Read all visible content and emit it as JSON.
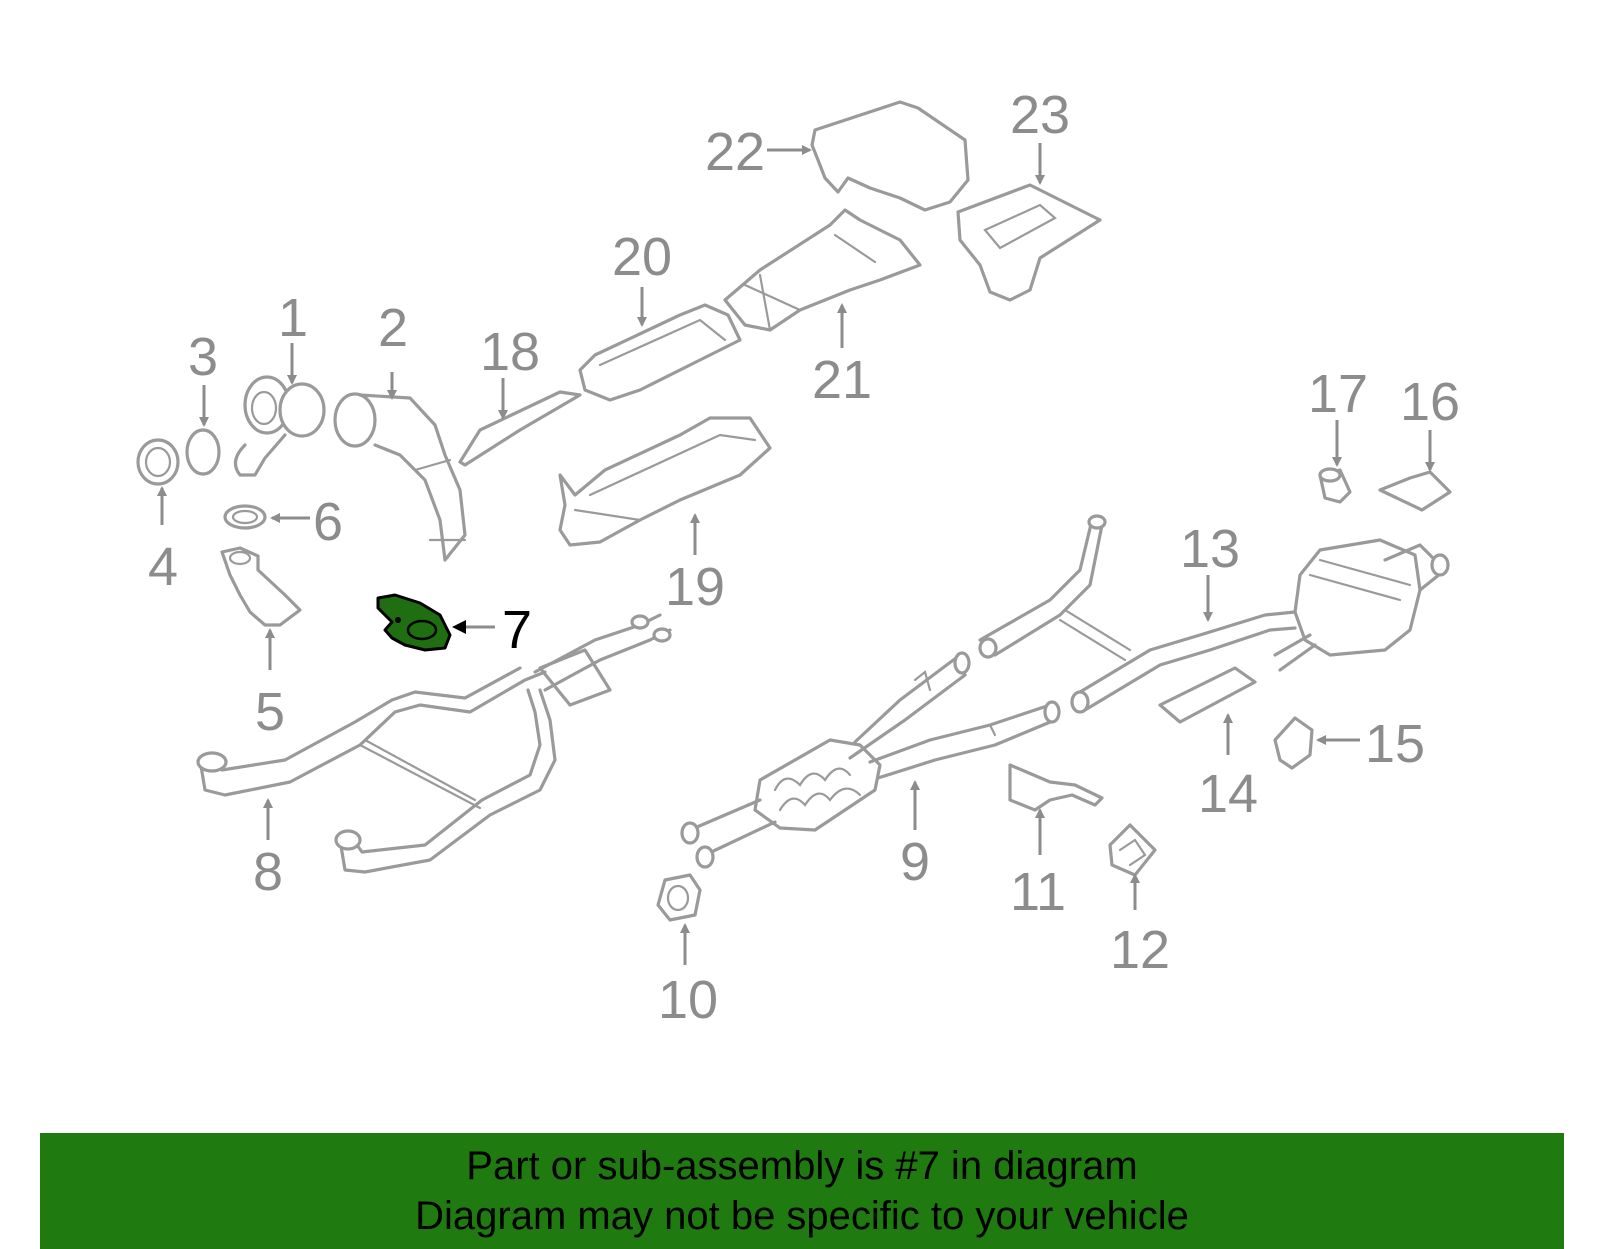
{
  "diagram": {
    "callouts": {
      "c1": "1",
      "c2": "2",
      "c3": "3",
      "c4": "4",
      "c5": "5",
      "c6": "6",
      "c7": "7",
      "c8": "8",
      "c9": "9",
      "c10": "10",
      "c11": "11",
      "c12": "12",
      "c13": "13",
      "c14": "14",
      "c15": "15",
      "c16": "16",
      "c17": "17",
      "c18": "18",
      "c19": "19",
      "c20": "20",
      "c21": "21",
      "c22": "22",
      "c23": "23"
    },
    "highlighted_part": "7",
    "colors": {
      "part_outline": "#9a9a9a",
      "highlight_fill": "#1f6e12",
      "banner_bg": "#1f7a0f"
    }
  },
  "banner": {
    "line1": "Part or sub-assembly is #7 in diagram",
    "line2": "Diagram may not be specific to your vehicle"
  }
}
